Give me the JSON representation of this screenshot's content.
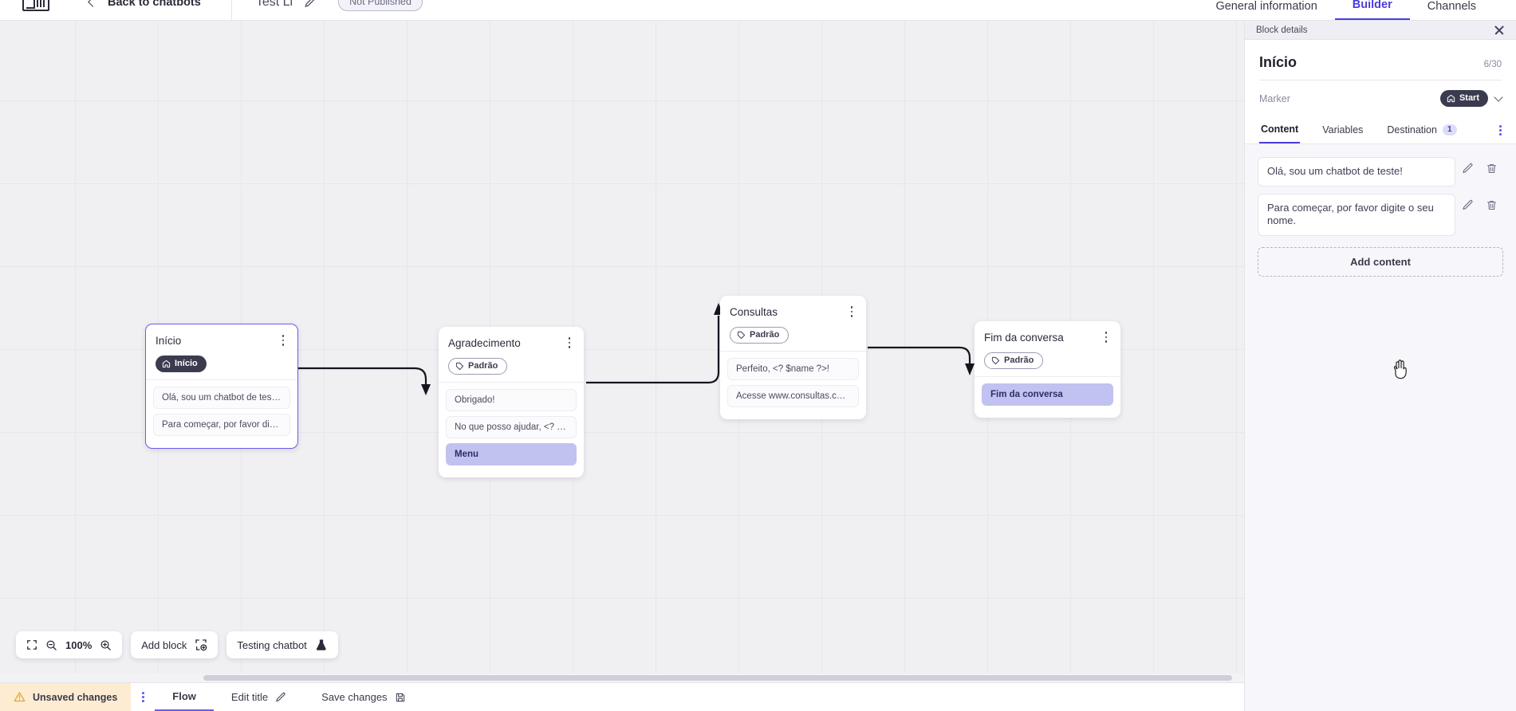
{
  "topbar": {
    "logo": "chatbot-logo",
    "back_label": "Back to chatbots",
    "bot_title": "Test Li",
    "publish_status": "Not Published",
    "tabs": [
      {
        "label": "General information",
        "active": false
      },
      {
        "label": "Builder",
        "active": true
      },
      {
        "label": "Channels",
        "active": false
      }
    ]
  },
  "canvas": {
    "blocks": [
      {
        "id": "inicio",
        "title": "Início",
        "marker_type": "start",
        "marker_label": "Início",
        "selected": true,
        "messages": [
          {
            "text": "Olá, sou um chatbot de teste!",
            "highlight": false
          },
          {
            "text": "Para começar, por favor digite o ...",
            "highlight": false
          }
        ]
      },
      {
        "id": "agradecimento",
        "title": "Agradecimento",
        "marker_type": "default",
        "marker_label": "Padrão",
        "selected": false,
        "messages": [
          {
            "text": "Obrigado!",
            "highlight": false
          },
          {
            "text": "No que posso ajudar, <? $name ...",
            "highlight": false
          },
          {
            "text": "Menu",
            "highlight": true
          }
        ]
      },
      {
        "id": "consultas",
        "title": "Consultas",
        "marker_type": "default",
        "marker_label": "Padrão",
        "selected": false,
        "messages": [
          {
            "text": "Perfeito, <? $name ?>!",
            "highlight": false
          },
          {
            "text": "Acesse www.consultas.com par...",
            "highlight": false
          }
        ]
      },
      {
        "id": "fim",
        "title": "Fim da conversa",
        "marker_type": "default",
        "marker_label": "Padrão",
        "selected": false,
        "messages": [
          {
            "text": "Fim da conversa",
            "highlight": true
          }
        ]
      }
    ],
    "toolbar": {
      "fit_icon": "fit-screen-icon",
      "zoom_out_icon": "zoom-out-icon",
      "zoom_level": "100%",
      "zoom_in_icon": "zoom-in-icon",
      "add_block_label": "Add block",
      "add_block_icon": "add-block-icon",
      "testing_label": "Testing chatbot",
      "testing_icon": "flask-icon"
    }
  },
  "statusbar": {
    "unsaved_label": "Unsaved changes",
    "warning_icon": "warning-triangle-icon",
    "kebab_icon": "kebab-menu-icon",
    "items": [
      {
        "label": "Flow",
        "icon": null,
        "active": true
      },
      {
        "label": "Edit title",
        "icon": "pencil-icon",
        "active": false
      },
      {
        "label": "Save changes",
        "icon": "save-disk-icon",
        "active": false
      }
    ]
  },
  "panel": {
    "header_title": "Block details",
    "close_icon": "close-icon",
    "block_title": "Início",
    "char_count": "6/30",
    "marker_label": "Marker",
    "marker_value": "Start",
    "marker_icon": "home-icon",
    "tabs": [
      {
        "label": "Content",
        "badge": null,
        "active": true
      },
      {
        "label": "Variables",
        "badge": null,
        "active": false
      },
      {
        "label": "Destination",
        "badge": "1",
        "active": false
      }
    ],
    "tabs_kebab_icon": "kebab-menu-icon",
    "contents": [
      {
        "text": "Olá, sou um chatbot de teste!",
        "edit_icon": "pencil-icon",
        "delete_icon": "trash-icon"
      },
      {
        "text": "Para começar, por favor digite o seu nome.",
        "edit_icon": "pencil-icon",
        "delete_icon": "trash-icon"
      }
    ],
    "add_content_label": "Add content"
  },
  "colors": {
    "accent": "#4a3ee0",
    "highlight_msg": "#c2c2f0",
    "warning_bg": "#fdecd2",
    "canvas_bg": "#f0f0f3",
    "marker_dark": "#3b3b50"
  }
}
